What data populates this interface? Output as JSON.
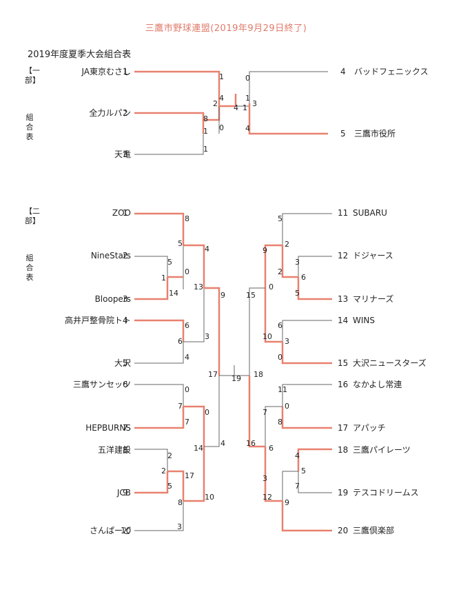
{
  "header": {
    "title": "三鷹市野球連盟(2019年9月29日終了)",
    "subtitle": "2019年度夏季大会組合表"
  },
  "division1": {
    "label_bracket": "【一部】",
    "label_name": "組合表",
    "left": [
      {
        "seed": "1",
        "name": "JA東京むさし"
      },
      {
        "seed": "2",
        "name": "全力ルパン"
      },
      {
        "seed": "3",
        "name": "天竜"
      }
    ],
    "right": [
      {
        "seed": "4",
        "name": "バッドフェニックス"
      },
      {
        "seed": "5",
        "name": "三鷹市役所"
      }
    ],
    "scores": [
      "1",
      "4",
      "2",
      "4",
      "8",
      "1",
      "0",
      "1",
      "0",
      "1",
      "3",
      "4",
      "1"
    ]
  },
  "division2": {
    "label_bracket": "【二部】",
    "label_name": "組合表",
    "left": [
      {
        "seed": "1",
        "name": "ZOO"
      },
      {
        "seed": "2",
        "name": "NineStars"
      },
      {
        "seed": "3",
        "name": "Bloopers"
      },
      {
        "seed": "4",
        "name": "高井戸整骨院トト"
      },
      {
        "seed": "5",
        "name": "大沢"
      },
      {
        "seed": "6",
        "name": "三鷹サンセッツ"
      },
      {
        "seed": "7",
        "name": "HEPBURNS"
      },
      {
        "seed": "8",
        "name": "五洋建設"
      },
      {
        "seed": "9",
        "name": "JCB"
      },
      {
        "seed": "10",
        "name": "さんぱーど"
      }
    ],
    "right": [
      {
        "seed": "11",
        "name": "SUBARU"
      },
      {
        "seed": "12",
        "name": "ドジャース"
      },
      {
        "seed": "13",
        "name": "マリナーズ"
      },
      {
        "seed": "14",
        "name": "WINS"
      },
      {
        "seed": "15",
        "name": "大沢ニュースターズ"
      },
      {
        "seed": "16",
        "name": "なかよし常連"
      },
      {
        "seed": "17",
        "name": "アパッチ"
      },
      {
        "seed": "18",
        "name": "三鷹パイレーツ"
      },
      {
        "seed": "19",
        "name": "テスコドリームス"
      },
      {
        "seed": "20",
        "name": "三鷹倶楽部"
      }
    ],
    "scores": [
      "8",
      "5",
      "4",
      "5",
      "0",
      "1",
      "14",
      "13",
      "9",
      "6",
      "6",
      "3",
      "4",
      "0",
      "7",
      "7",
      "0",
      "14",
      "2",
      "2",
      "5",
      "17",
      "8",
      "10",
      "4",
      "17",
      "19",
      "18",
      "3",
      "5",
      "9",
      "2",
      "3",
      "6",
      "5",
      "2",
      "15",
      "0",
      "6",
      "10",
      "3",
      "0",
      "11",
      "0",
      "7",
      "8",
      "16",
      "6",
      "4",
      "5",
      "3",
      "7",
      "12",
      "9"
    ]
  },
  "colors": {
    "winner_line": "#e8806e",
    "loser_line": "#666666",
    "title_color": "#e07a6a"
  }
}
